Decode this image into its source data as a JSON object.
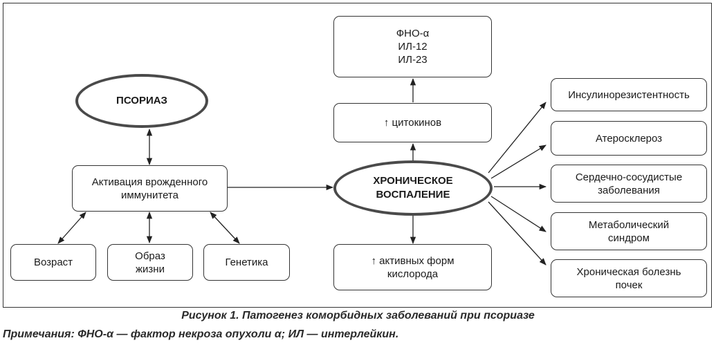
{
  "diagram": {
    "psoriasis": "ПСОРИАЗ",
    "innate_activation": "Активация врожденного\nиммунитета",
    "age": "Возраст",
    "lifestyle": "Образ\nжизни",
    "genetics": "Генетика",
    "chronic_inflammation": "ХРОНИЧЕСКОЕ\nВОСПАЛЕНИЕ",
    "cytokine_list": "ФНО-α\nИЛ-12\nИЛ-23",
    "cytokines_up": "↑ цитокинов",
    "ros_up": "↑ активных форм\nкислорода",
    "outcomes": [
      "Инсулинорезистентность",
      "Атеросклероз",
      "Сердечно-сосудистые\nзаболевания",
      "Метаболический\nсиндром",
      "Хроническая болезнь\nпочек"
    ]
  },
  "caption": "Рисунок 1. Патогенез коморбидных заболеваний при псориазе",
  "note": "Примечания: ФНО-α — фактор некроза опухоли α; ИЛ — интерлейкин."
}
